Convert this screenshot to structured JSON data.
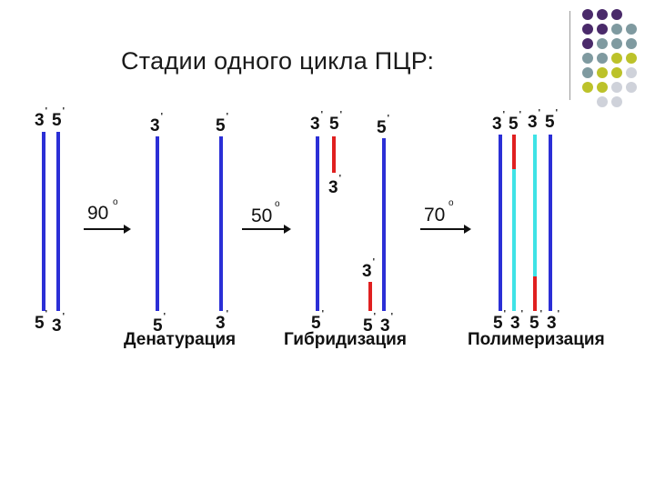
{
  "title": "Стадии одного цикла ПЦР:",
  "colors": {
    "strand_blue": "#2b2fd6",
    "primer_red": "#e02020",
    "new_cyan": "#3fe3e6",
    "dot_purple": "#4a2a6a",
    "dot_teal": "#7f9aa0",
    "dot_olive": "#bcc22a",
    "dot_light": "#cfd2da"
  },
  "stages": {
    "denaturation": "Денатурация",
    "hybridization": "Гибридизация",
    "polymerization": "Полимеризация"
  },
  "temperatures": {
    "t1": "90",
    "t2": "50",
    "t3": "70",
    "degree": "o"
  },
  "ends": {
    "three": "3",
    "five": "5",
    "prime": "'"
  }
}
